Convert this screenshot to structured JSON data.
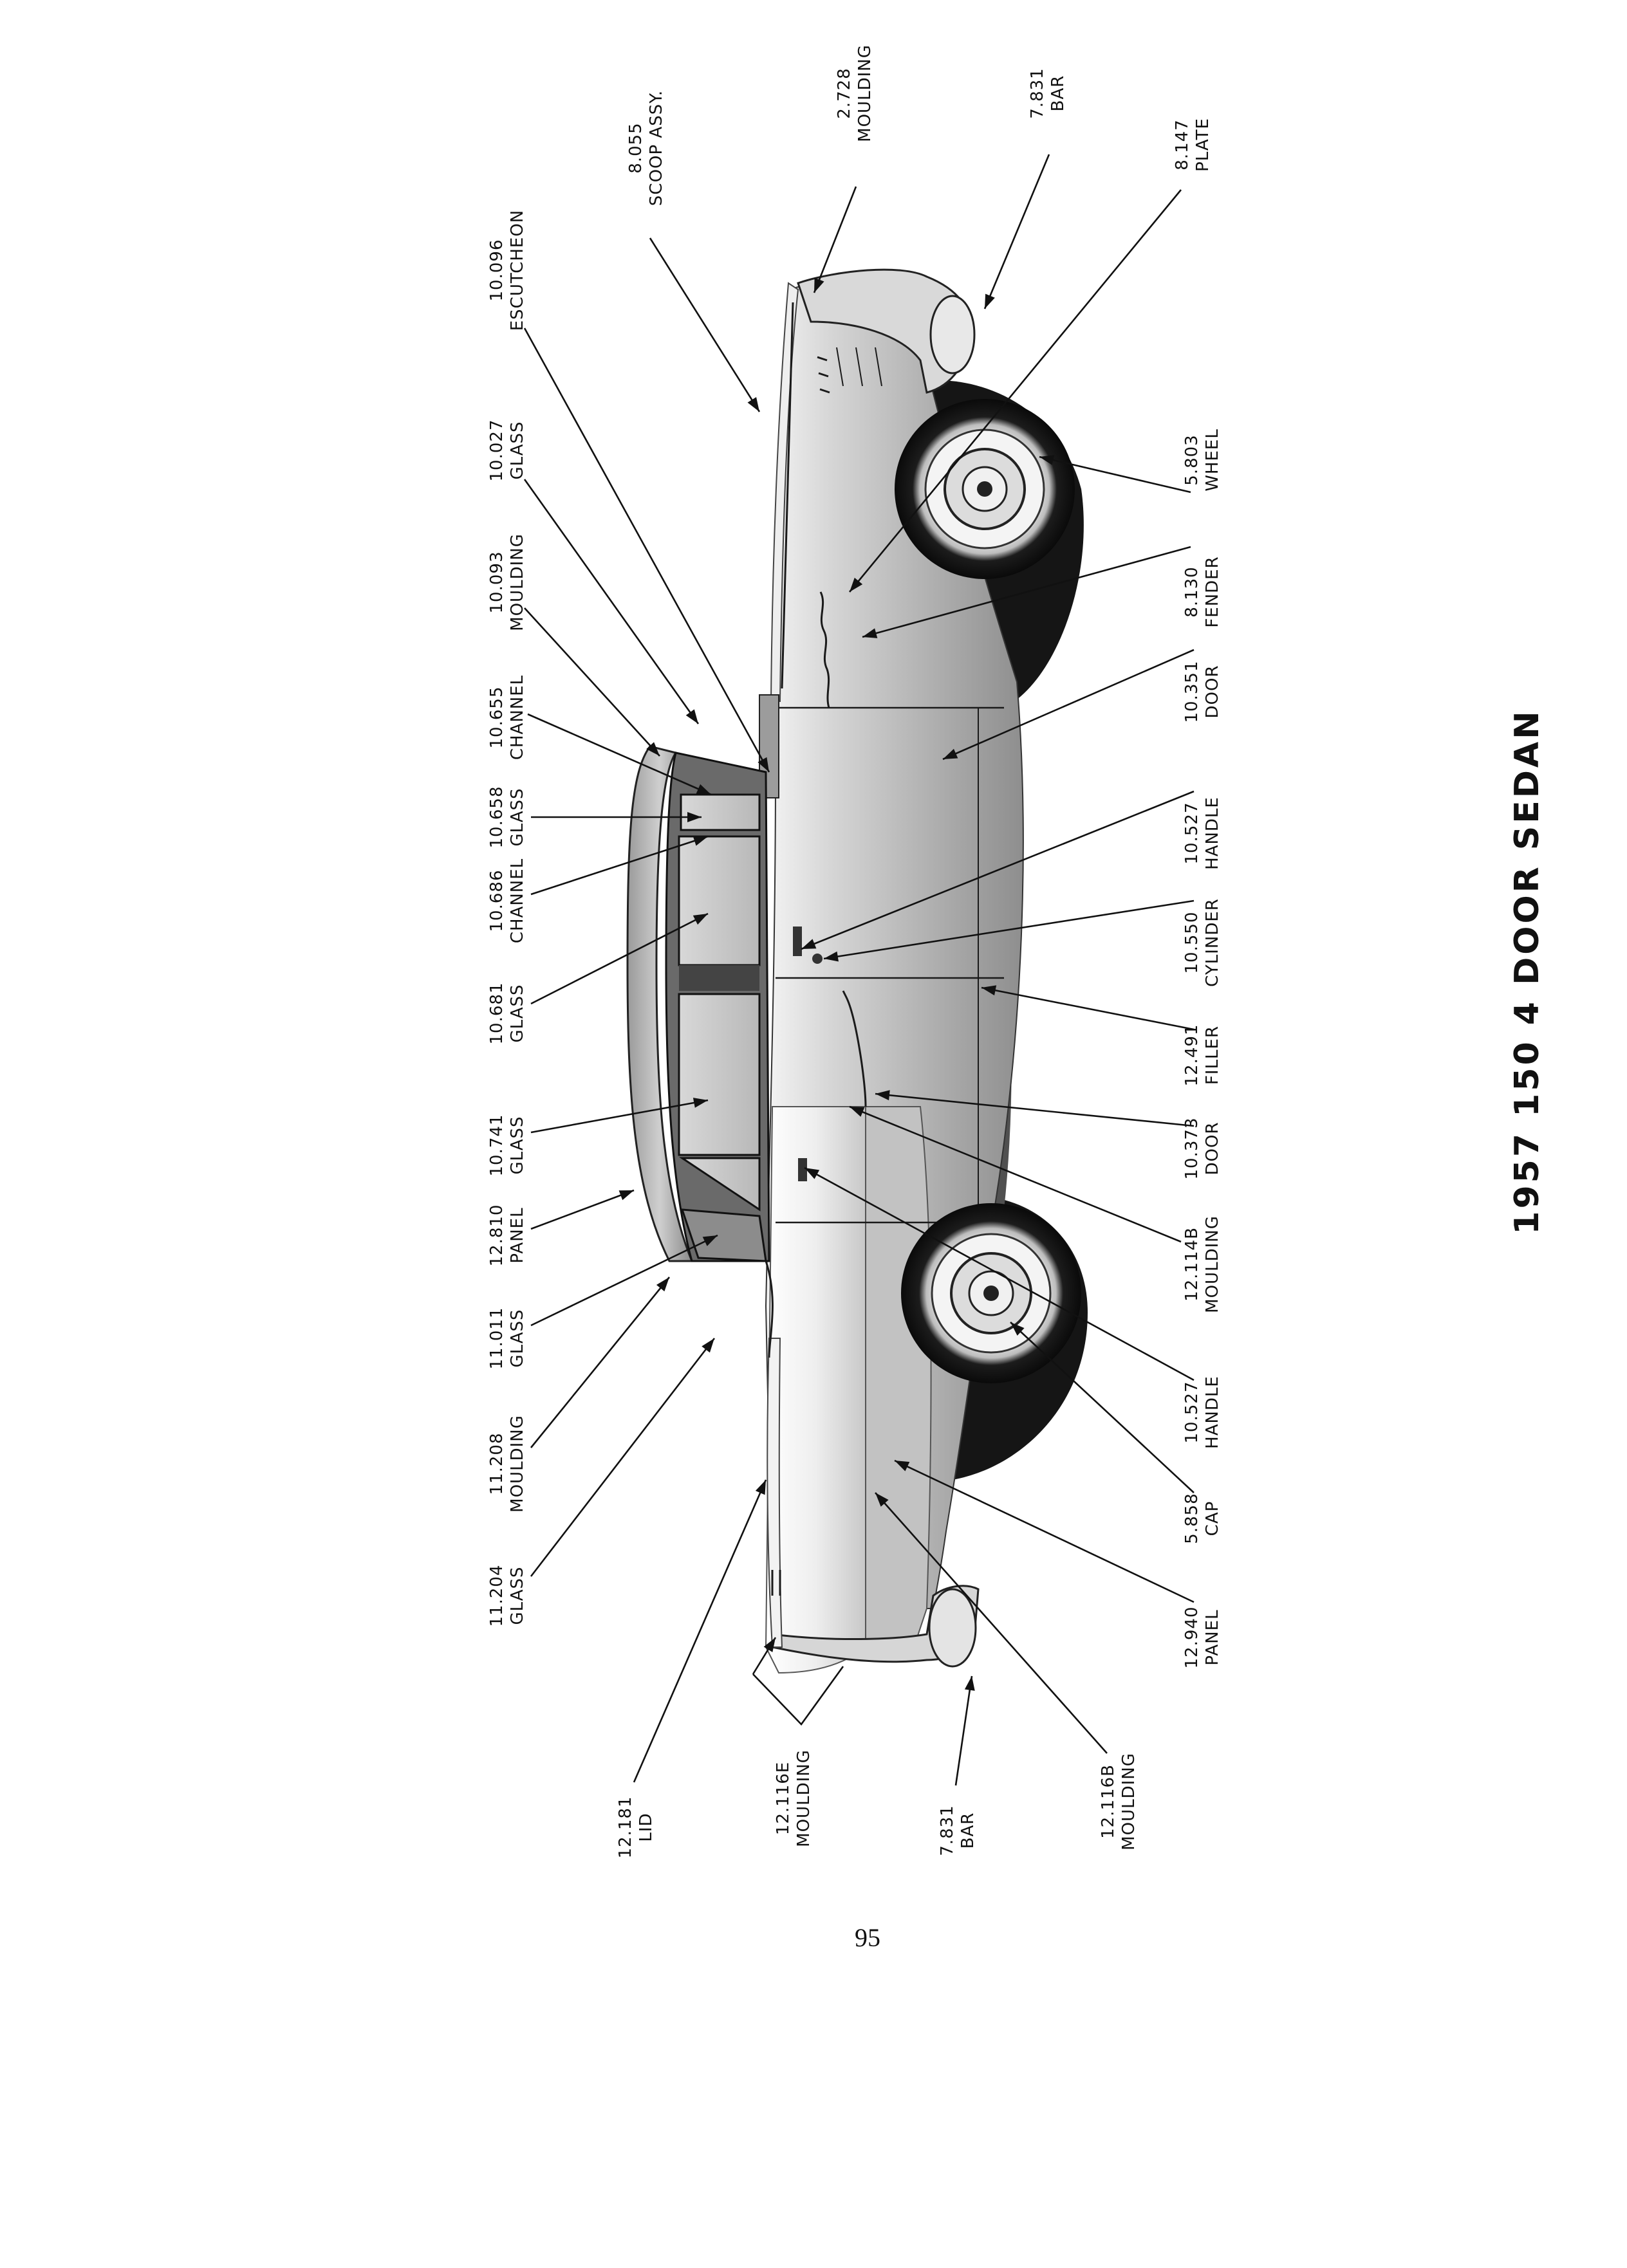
{
  "page": {
    "title": "1957 150 4 DOOR SEDAN",
    "page_number": "95"
  },
  "callouts": [
    {
      "id": "c01",
      "num": "8.055",
      "name": "SCOOP ASSY."
    },
    {
      "id": "c02",
      "num": "2.728",
      "name": "MOULDING"
    },
    {
      "id": "c03",
      "num": "7.831",
      "name": "BAR"
    },
    {
      "id": "c04",
      "num": "8.147",
      "name": "PLATE"
    },
    {
      "id": "c05",
      "num": "10.096",
      "name": "ESCUTCHEON"
    },
    {
      "id": "c06",
      "num": "10.027",
      "name": "GLASS"
    },
    {
      "id": "c07",
      "num": "10.093",
      "name": "MOULDING"
    },
    {
      "id": "c08",
      "num": "10.655",
      "name": "CHANNEL"
    },
    {
      "id": "c09",
      "num": "10.658",
      "name": "GLASS"
    },
    {
      "id": "c10",
      "num": "10.686",
      "name": "CHANNEL"
    },
    {
      "id": "c11",
      "num": "10.681",
      "name": "GLASS"
    },
    {
      "id": "c12",
      "num": "10.741",
      "name": "GLASS"
    },
    {
      "id": "c13",
      "num": "12.810",
      "name": "PANEL"
    },
    {
      "id": "c14",
      "num": "11.011",
      "name": "GLASS"
    },
    {
      "id": "c15",
      "num": "11.208",
      "name": "MOULDING"
    },
    {
      "id": "c16",
      "num": "11.204",
      "name": "GLASS"
    },
    {
      "id": "c17",
      "num": "5.803",
      "name": "WHEEL"
    },
    {
      "id": "c18",
      "num": "8.130",
      "name": "FENDER"
    },
    {
      "id": "c19",
      "num": "10.351",
      "name": "DOOR"
    },
    {
      "id": "c20",
      "num": "10.527",
      "name": "HANDLE"
    },
    {
      "id": "c21",
      "num": "10.550",
      "name": "CYLINDER"
    },
    {
      "id": "c22",
      "num": "12.491",
      "name": "FILLER"
    },
    {
      "id": "c23",
      "num": "10.373",
      "name": "DOOR"
    },
    {
      "id": "c24",
      "num": "12.114B",
      "name": "MOULDING"
    },
    {
      "id": "c25",
      "num": "10.527",
      "name": "HANDLE"
    },
    {
      "id": "c26",
      "num": "5.858",
      "name": "CAP"
    },
    {
      "id": "c27",
      "num": "12.940",
      "name": "PANEL"
    },
    {
      "id": "c28",
      "num": "12.181",
      "name": "LID"
    },
    {
      "id": "c29",
      "num": "12.116E",
      "name": "MOULDING"
    },
    {
      "id": "c30",
      "num": "7.831",
      "name": "BAR"
    },
    {
      "id": "c31",
      "num": "12.116B",
      "name": "MOULDING"
    }
  ]
}
